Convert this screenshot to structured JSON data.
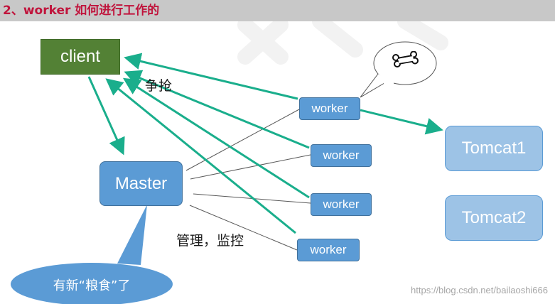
{
  "heading": "2、worker 如何进行工作的",
  "nodes": {
    "client": "client",
    "master": "Master",
    "workers": [
      "worker",
      "worker",
      "worker",
      "worker"
    ],
    "tomcats": [
      "Tomcat1",
      "Tomcat2"
    ]
  },
  "labels": {
    "compete": "争抢",
    "manage": "管理，监控",
    "grain": "有新“粮食”了"
  },
  "watermark": "https://blog.csdn.net/bailaoshi666",
  "icons": {
    "bubble": "bone-icon"
  },
  "colors": {
    "heading_text": "#c0143c",
    "client_fill": "#538135",
    "master_fill": "#5b9bd5",
    "worker_fill": "#5b9bd5",
    "tomcat_fill": "#9dc3e6",
    "arrow": "#1aae8c",
    "callout": "#5b9bd5"
  }
}
